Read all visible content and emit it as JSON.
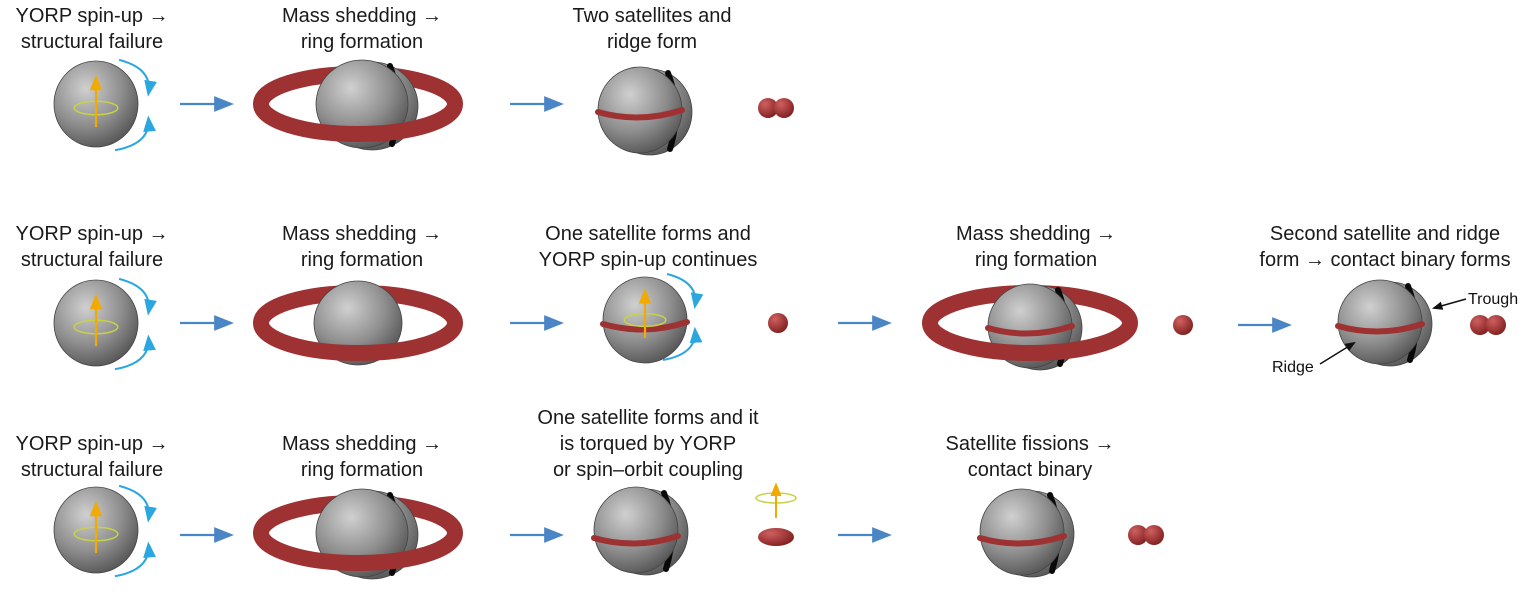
{
  "rows": [
    {
      "captions": [
        [
          "YORP spin-up →",
          "structural failure"
        ],
        [
          "Mass shedding →",
          "ring formation"
        ],
        [
          "Two satellites and",
          "ridge form"
        ]
      ]
    },
    {
      "captions": [
        [
          "YORP spin-up →",
          "structural failure"
        ],
        [
          "Mass shedding →",
          "ring formation"
        ],
        [
          "One satellite forms and",
          "YORP spin-up continues"
        ],
        [
          "Mass shedding →",
          "ring formation"
        ],
        [
          "Second satellite and ridge",
          "form → contact binary forms"
        ]
      ]
    },
    {
      "captions": [
        [
          "YORP spin-up →",
          "structural failure"
        ],
        [
          "Mass shedding →",
          "ring formation"
        ],
        [
          "One satellite forms and it",
          "is torqued by YORP",
          "or spin–orbit coupling"
        ],
        [
          "Satellite fissions →",
          "contact binary"
        ]
      ]
    }
  ],
  "annotations": {
    "trough": "Trough",
    "ridge": "Ridge"
  },
  "icons": {
    "spin_arrow": "curved-spin-arrow-icon",
    "rotation_axis": "rotation-axis-icon",
    "process_arrow": "right-arrow-icon"
  },
  "colors": {
    "ring": "#9e3232",
    "satellite": "#a52a2a",
    "spin_arrow": "#2aa6e0",
    "process_arrow": "#4a86c5",
    "axis": "#f2a900",
    "axis_loop": "#c8d246",
    "body_light": "#c9c9c9",
    "body_dark": "#4e4e4e",
    "trough": "#0a0a0a"
  }
}
